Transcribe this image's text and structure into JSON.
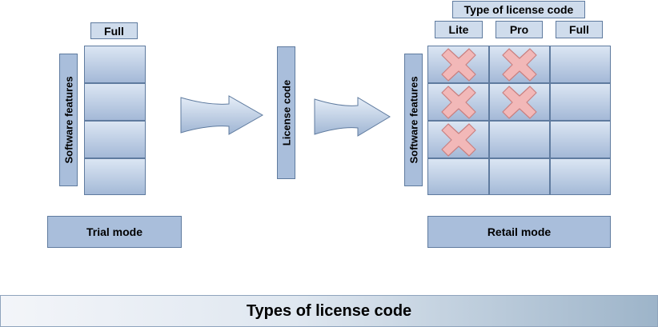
{
  "trial": {
    "full_label": "Full",
    "features_label": "Software features",
    "mode_label": "Trial mode"
  },
  "center": {
    "license_code_label": "License code"
  },
  "retail": {
    "type_header": "Type of license code",
    "columns": [
      "Lite",
      "Pro",
      "Full"
    ],
    "features_label": "Software features",
    "mode_label": "Retail mode",
    "restricted": [
      [
        true,
        true,
        false
      ],
      [
        true,
        true,
        false
      ],
      [
        true,
        false,
        false
      ],
      [
        false,
        false,
        false
      ]
    ]
  },
  "footer": {
    "title": "Types of license code"
  },
  "colors": {
    "cell_top": "#dbe6f3",
    "cell_bottom": "#a4b9d7",
    "border": "#5f7b9f",
    "cross_fill": "#f2b8b8",
    "cross_stroke": "#c98080"
  }
}
